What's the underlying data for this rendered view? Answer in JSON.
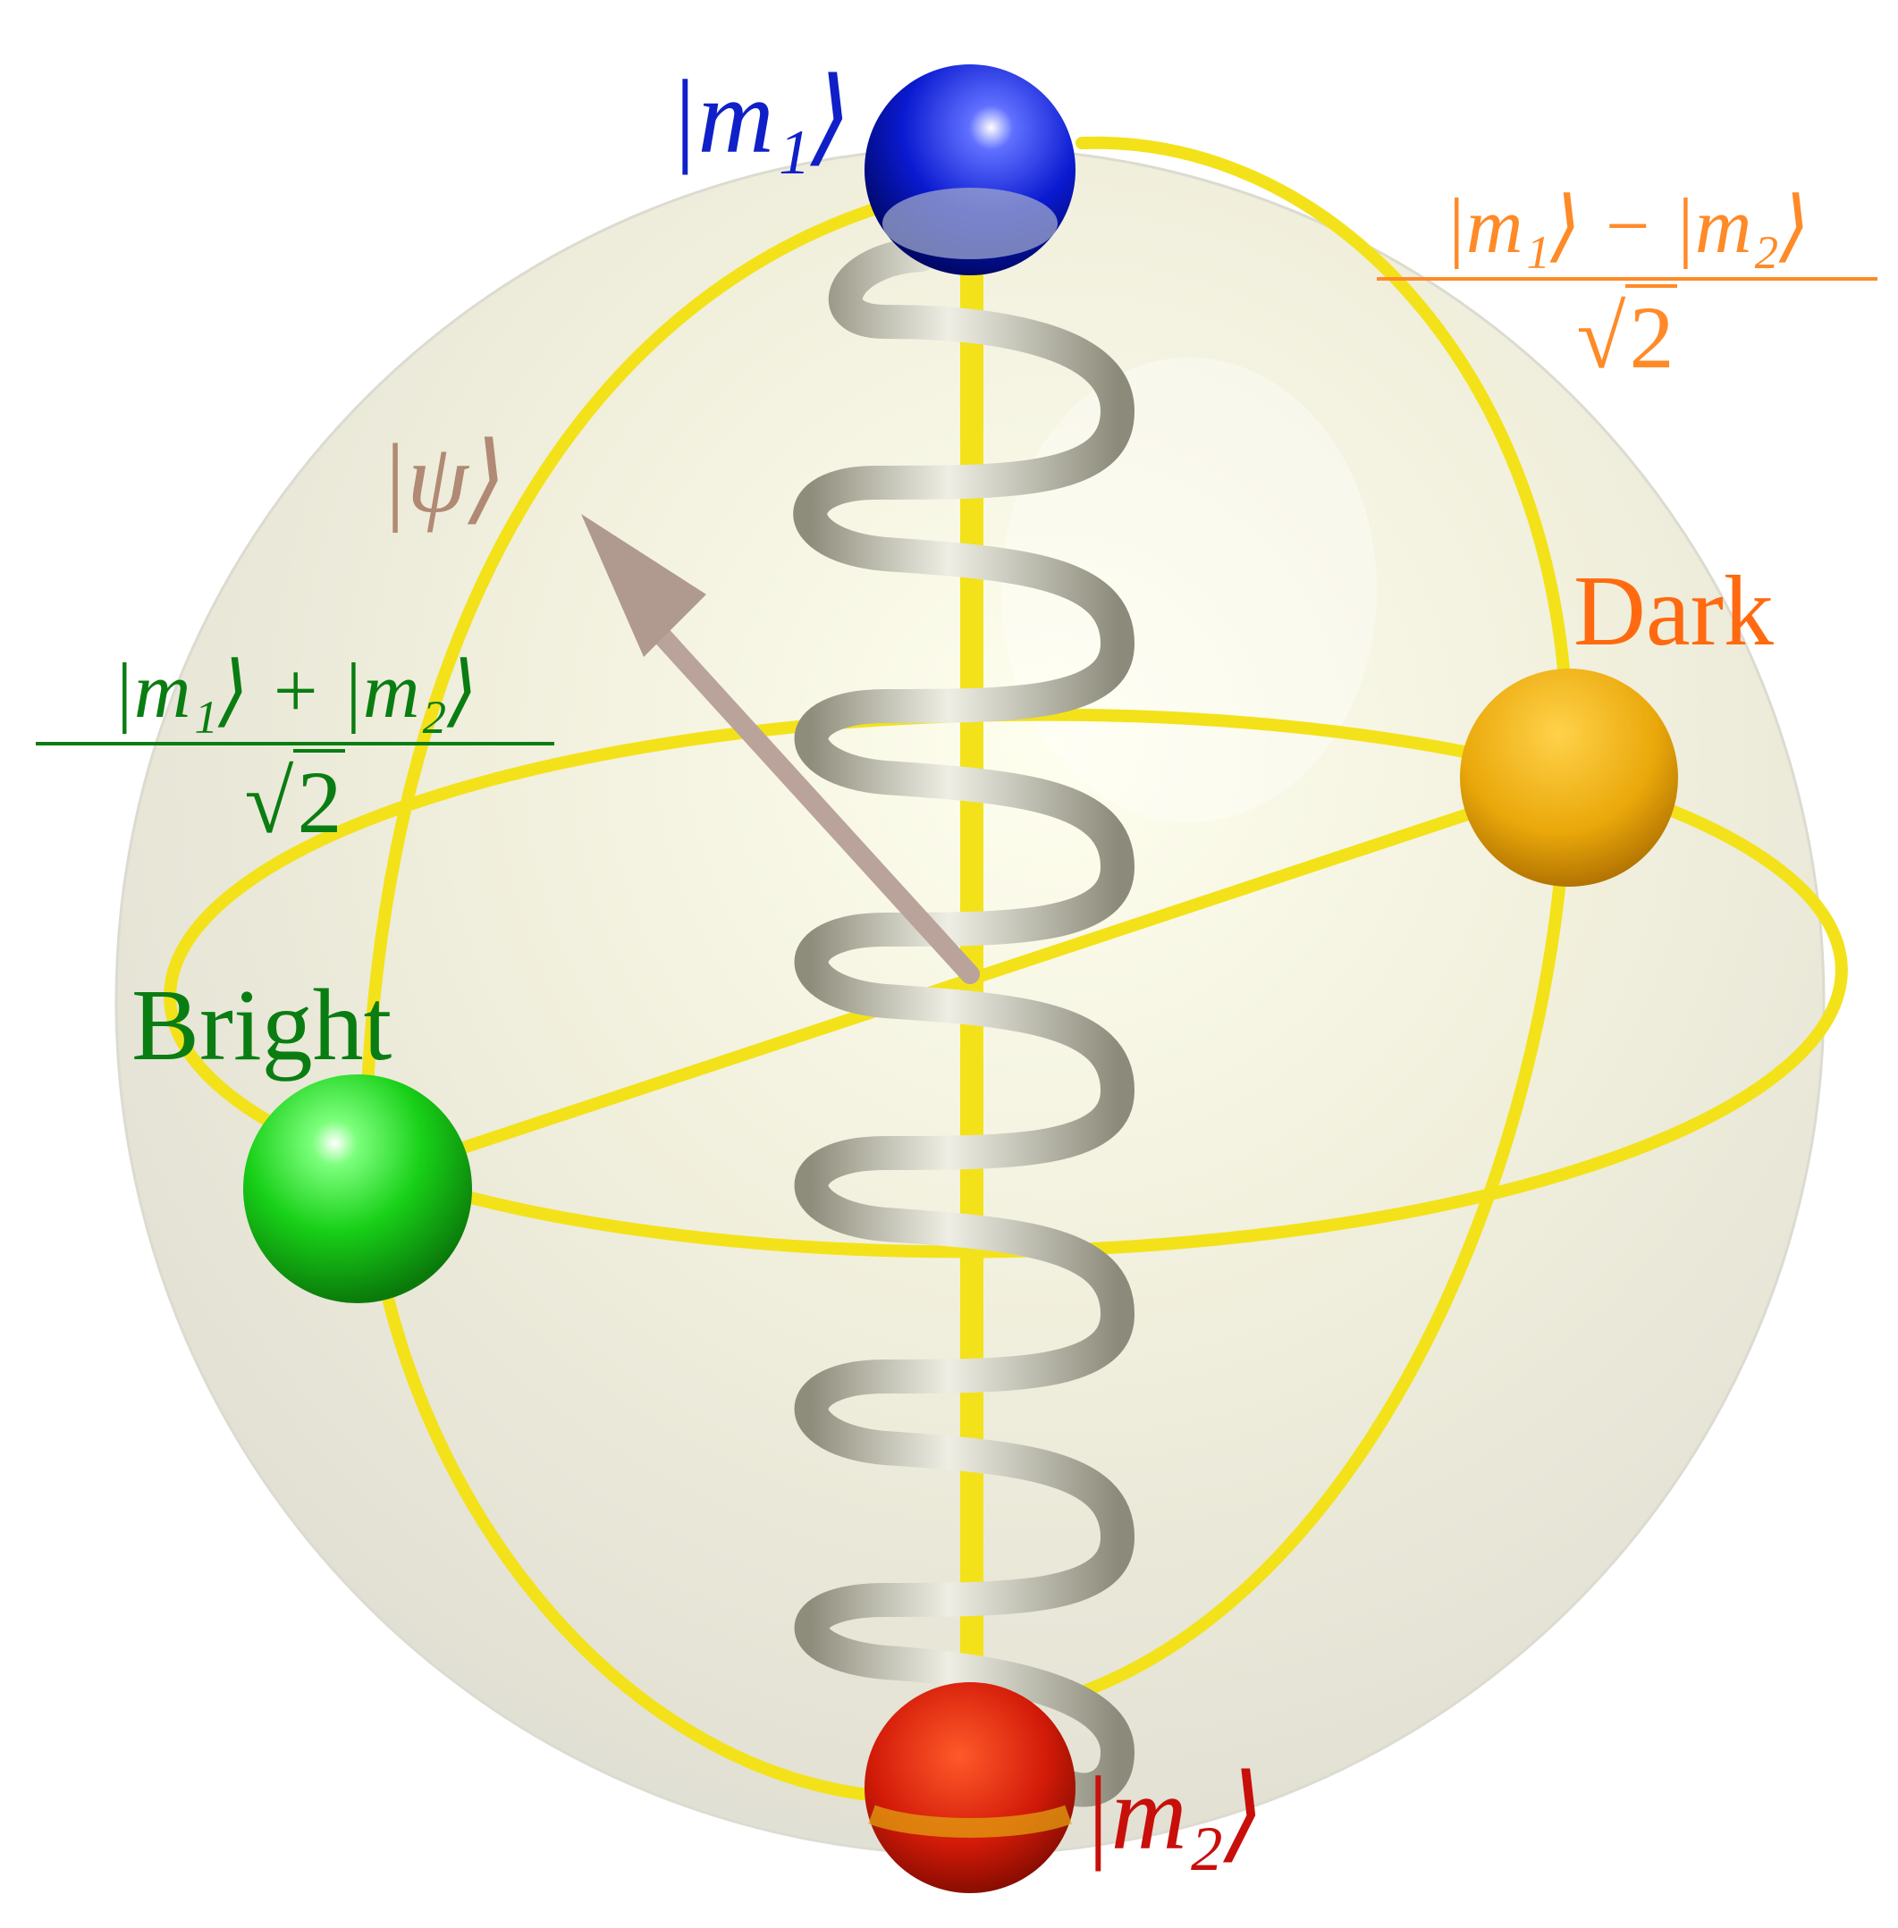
{
  "labels": {
    "m1": "|m₁⟩",
    "m2": "|m₂⟩",
    "psi": "|ψ⟩",
    "dark": "Dark",
    "bright": "Bright",
    "dark_num": "|m₁⟩ − |m₂⟩",
    "bright_num": "|m₁⟩ + |m₂⟩",
    "sqrt_sym": "√",
    "two": "2"
  },
  "colors": {
    "m1": "#1020c8",
    "m2": "#c80f0a",
    "psi": "#b08a74",
    "dark": "#ff6a10",
    "dark_frac": "#ff8a28",
    "bright": "#0a7d12",
    "wire": "#f3e21a",
    "sphere": "#e9e7cf",
    "spring": "#b9b8a4",
    "arrow": "#b9a39a"
  }
}
